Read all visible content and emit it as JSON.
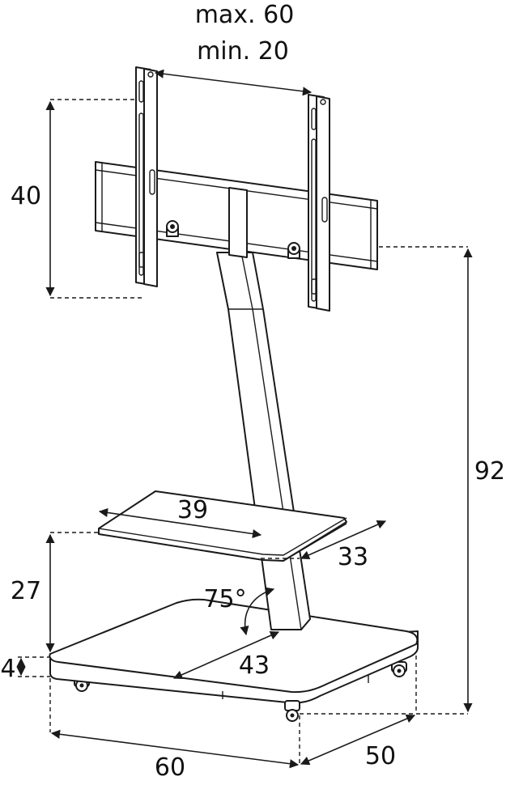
{
  "labels": {
    "width_max": "max. 60",
    "width_min": "min. 20",
    "vesa_height": "40",
    "total_height": "92",
    "shelf_width": "39",
    "shelf_depth": "33",
    "shelf_height": "27",
    "angle": "75°",
    "base_offset": "43",
    "base_thickness": "4",
    "base_width": "60",
    "base_depth": "50"
  },
  "icons": {
    "knob": "mount-knob-icon",
    "wheel": "caster-wheel-icon"
  }
}
